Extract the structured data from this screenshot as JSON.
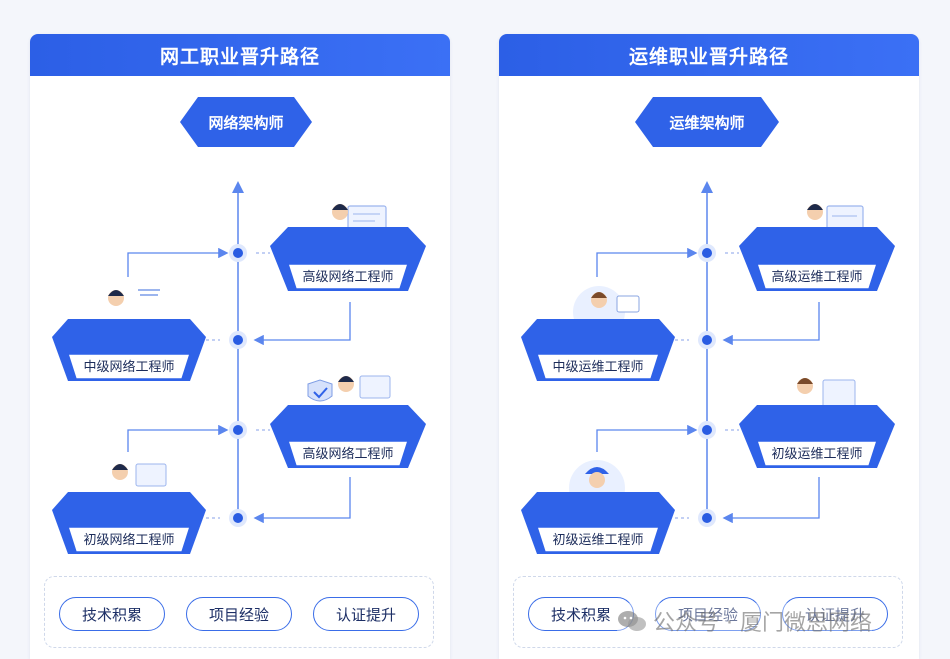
{
  "panels": [
    {
      "title": "网工职业晋升路径",
      "top_role": "网络架构师",
      "roles": {
        "senior_a": "高级网络工程师",
        "mid": "中级网络工程师",
        "senior_b": "高级网络工程师",
        "junior": "初级网络工程师"
      },
      "actions": [
        "技术积累",
        "项目经验",
        "认证提升"
      ]
    },
    {
      "title": "运维职业晋升路径",
      "top_role": "运维架构师",
      "roles": {
        "senior_a": "高级运维工程师",
        "mid": "中级运维工程师",
        "senior_b": "初级运维工程师",
        "junior": "初级运维工程师"
      },
      "actions": [
        "技术积累",
        "项目经验",
        "认证提升"
      ]
    }
  ],
  "watermark": "公众号 · 厦门微思网络",
  "colors": {
    "accent": "#2c5fe6",
    "hex_fill": "#2f62e8",
    "line": "#5b86ee",
    "dot": "#2a5ce2"
  }
}
